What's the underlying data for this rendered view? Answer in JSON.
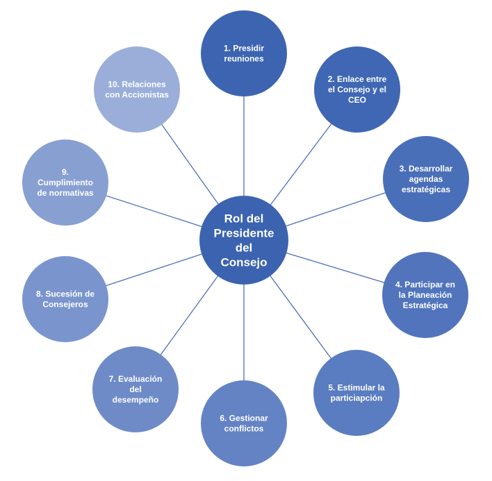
{
  "diagram": {
    "center": {
      "lines": [
        "Rol del",
        "Presidente",
        "del",
        "Consejo"
      ],
      "color": "#3b63b0"
    },
    "nodes": [
      {
        "lines": [
          "1. Presidir",
          "reuniones"
        ],
        "color": "#3c64b1"
      },
      {
        "lines": [
          "2. Enlace entre",
          "el Consejo y el",
          "CEO"
        ],
        "color": "#3f67b3"
      },
      {
        "lines": [
          "3. Desarrollar",
          "agendas",
          "estratégicas"
        ],
        "color": "#4a6fb9"
      },
      {
        "lines": [
          "4. Participar en",
          "la Planeación",
          "Estratégica"
        ],
        "color": "#5174bc"
      },
      {
        "lines": [
          "5. Estimular la",
          "particiapción"
        ],
        "color": "#5a7cc0"
      },
      {
        "lines": [
          "6. Gestionar",
          "conflictos"
        ],
        "color": "#6483c4"
      },
      {
        "lines": [
          "7. Evaluación",
          "del",
          "desempeño"
        ],
        "color": "#6e8bc8"
      },
      {
        "lines": [
          "8. Sucesión de",
          "Consejeros"
        ],
        "color": "#7a95cd"
      },
      {
        "lines": [
          "9.",
          "Cumplimiento",
          "de normativas"
        ],
        "color": "#889fd2"
      },
      {
        "lines": [
          "10. Relaciones",
          "con Accionistas"
        ],
        "color": "#9aaed9"
      }
    ],
    "connector_color": "#4a6fb9"
  }
}
